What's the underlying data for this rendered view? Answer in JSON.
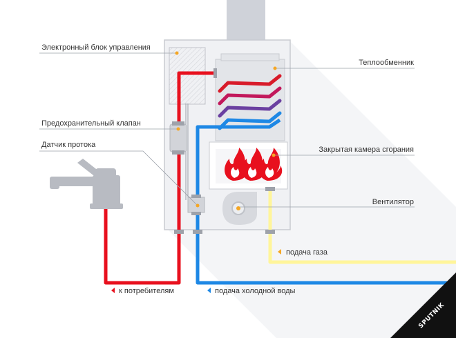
{
  "labels": {
    "control_unit": "Электронный блок управления",
    "heat_exchanger": "Теплообменник",
    "safety_valve": "Предохранительный клапан",
    "flow_sensor": "Датчик протока",
    "combustion_chamber": "Закрытая камера сгорания",
    "fan": "Вентилятор"
  },
  "flows": {
    "gas": "подача газа",
    "consumers": "к потребителям",
    "cold_water": "подача холодной воды"
  },
  "brand": "SPUTNIK",
  "colors": {
    "hot_water": "#e8101e",
    "cold_water": "#1e88e5",
    "gas": "#fff59a",
    "pointer": "#f5a623",
    "body": "#f0f1f4",
    "outline": "#c9cbd1",
    "chimney": "#cfd2d9"
  }
}
